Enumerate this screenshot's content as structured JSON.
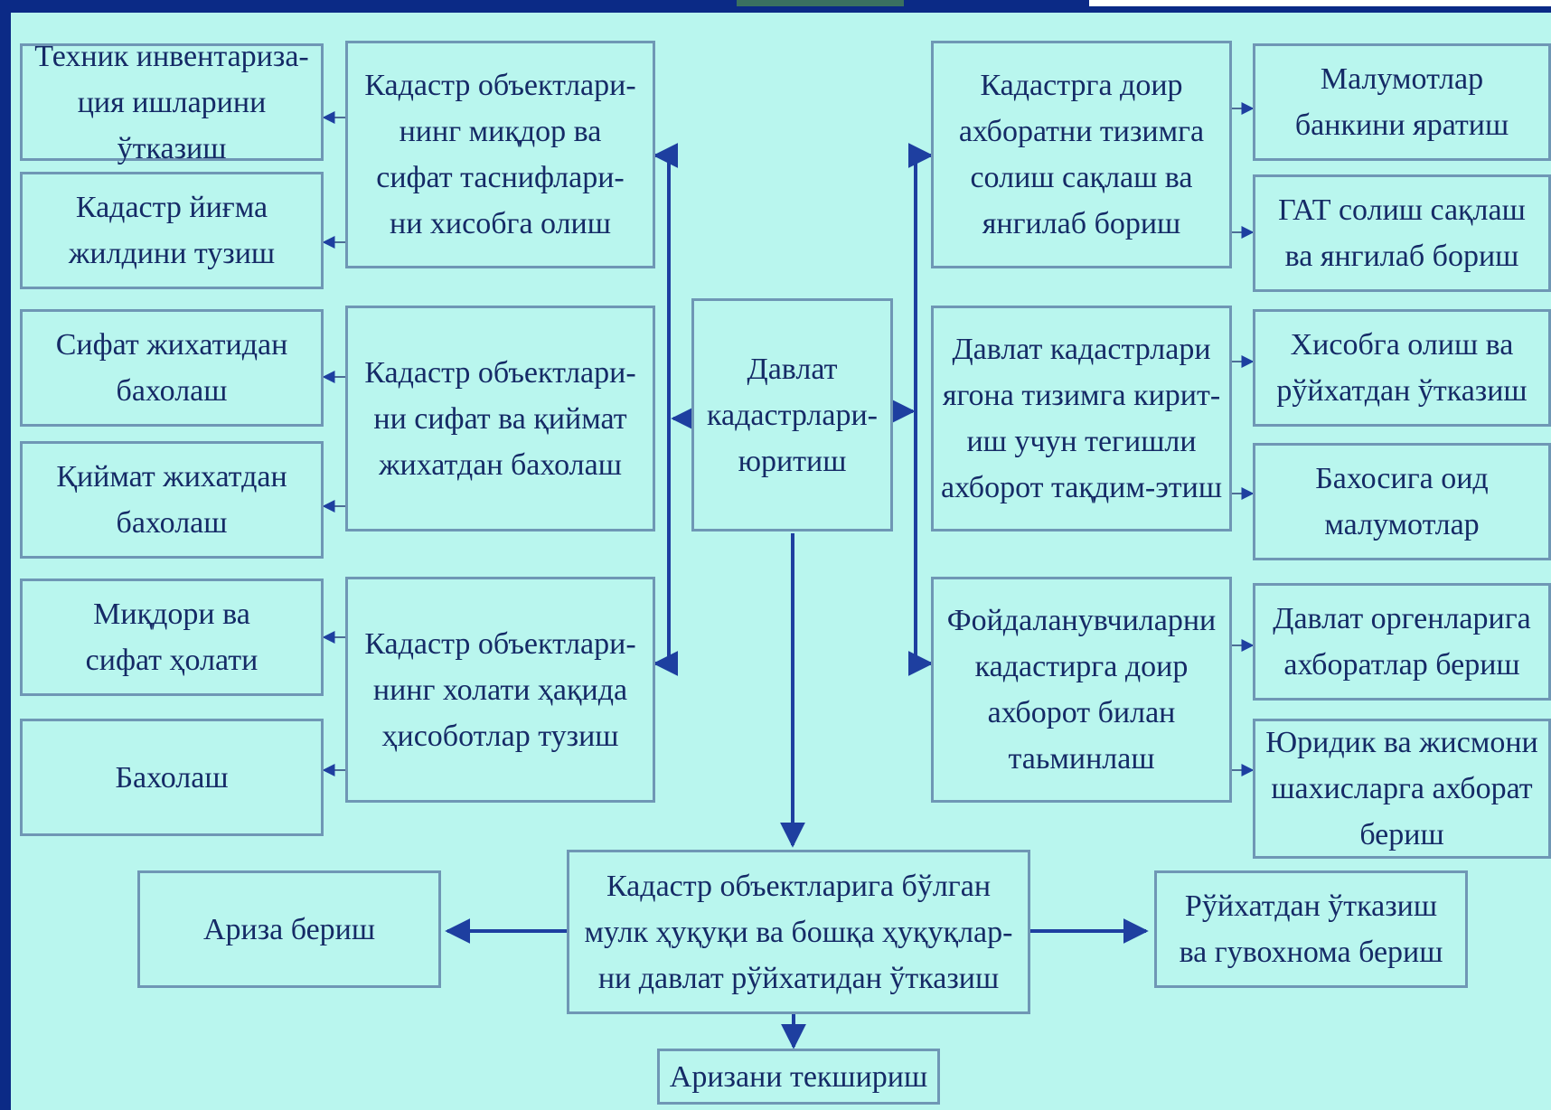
{
  "diagram": {
    "center": "Давлат\nкадастрлари-\nюритиш",
    "left_groups": [
      {
        "main": "Кадастр объектлари-\nнинг миқдор ва\nсифат таснифлари-\nни хисобга олиш",
        "subs": [
          "Техник инвентариза-\nция ишларини ўтказиш",
          "Кадастр йиғма\nжилдини тузиш"
        ]
      },
      {
        "main": "Кадастр объектлари-\nни сифат ва қиймат\nжихатдан бахолаш",
        "subs": [
          "Сифат жихатидан\nбахолаш",
          "Қиймат жихатдан\nбахолаш"
        ]
      },
      {
        "main": "Кадастр объектлари-\nнинг холати ҳақида\nҳисоботлар тузиш",
        "subs": [
          "Миқдори ва\nсифат ҳолати",
          "Бахолаш"
        ]
      }
    ],
    "right_groups": [
      {
        "main": "Кадастрга доир\nахборатни тизимга\nсолиш сақлаш ва\nянгилаб бориш",
        "subs": [
          "Малумотлар\nбанкини яратиш",
          "ГАТ солиш сақлаш\nва янгилаб бориш"
        ]
      },
      {
        "main": "Давлат кадастрлари\nягона тизимга кирит-\nиш учун тегишли\nахборот тақдим-этиш",
        "subs": [
          "Хисобга олиш ва\nрўйхатдан ўтказиш",
          "Бахосига оид\nмалумотлар"
        ]
      },
      {
        "main": "Фойдаланувчиларни\nкадастирга доир\nахборот билан\nтаьминлаш",
        "subs": [
          "Давлат оргенларига\nахборатлар бериш",
          "Юридик ва жисмони\nшахисларга ахборат\nбериш"
        ]
      }
    ],
    "bottom": {
      "main": "Кадастр объектларига бўлган\nмулк ҳуқуқи ва бошқа ҳуқуқлар-\nни давлат рўйхатидан ўтказиш",
      "left": "Ариза бериш",
      "right": "Рўйхатдан ўтказиш\nва гувохнома бериш",
      "below": "Аризани текшириш"
    }
  },
  "colors": {
    "background": "#b9f6ee",
    "frame": "#0b2a86",
    "box_border": "#6f97b5",
    "text": "#152a66",
    "arrow": "#1e3fa0"
  }
}
